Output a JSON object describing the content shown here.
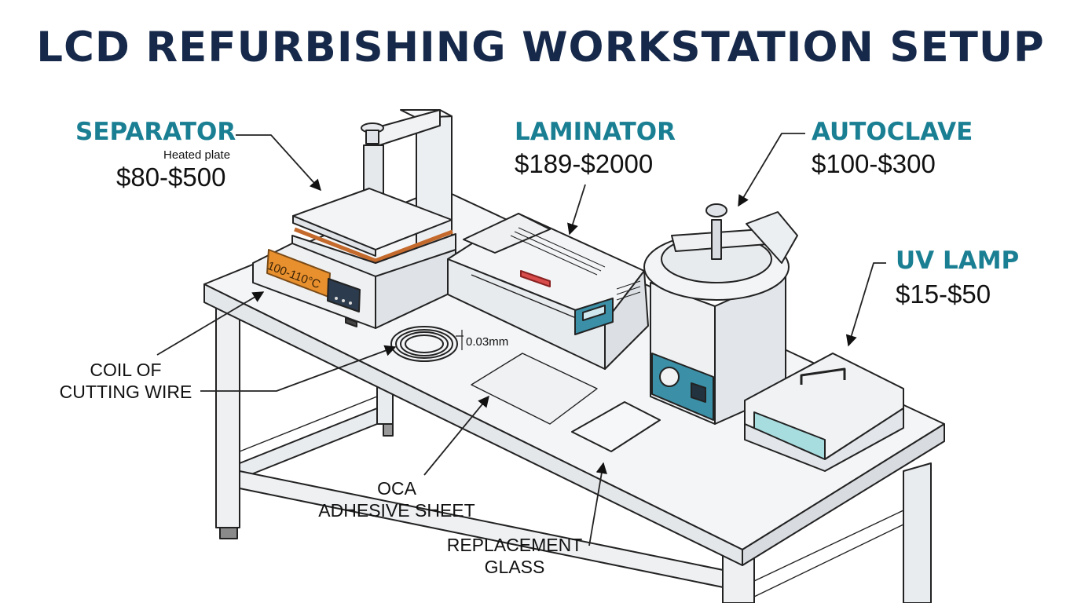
{
  "title": "LCD REFURBISHING WORKSTATION SETUP",
  "equipment": {
    "separator": {
      "name": "SEPARATOR",
      "note": "Heated plate",
      "price": "$80-$500",
      "display": "100-110°C"
    },
    "laminator": {
      "name": "LAMINATOR",
      "price": "$189-$2000"
    },
    "autoclave": {
      "name": "AUTOCLAVE",
      "price": "$100-$300"
    },
    "uv_lamp": {
      "name": "UV LAMP",
      "price": "$15-$50"
    }
  },
  "callouts": {
    "wire": {
      "line1": "COIL OF",
      "line2": "CUTTING WIRE",
      "dimension": "0.03mm"
    },
    "oca": {
      "line1": "OCA",
      "line2": "ADHESIVE SHEET"
    },
    "glass": {
      "line1": "REPLACEMENT",
      "line2": "GLASS"
    }
  },
  "colors": {
    "title": "#16294a",
    "accent": "#1a7f93",
    "display_orange": "#e8902e",
    "panel_teal": "#3b8fa6",
    "uv_glass": "#a8dde0",
    "strike_red": "#d94c4c"
  }
}
